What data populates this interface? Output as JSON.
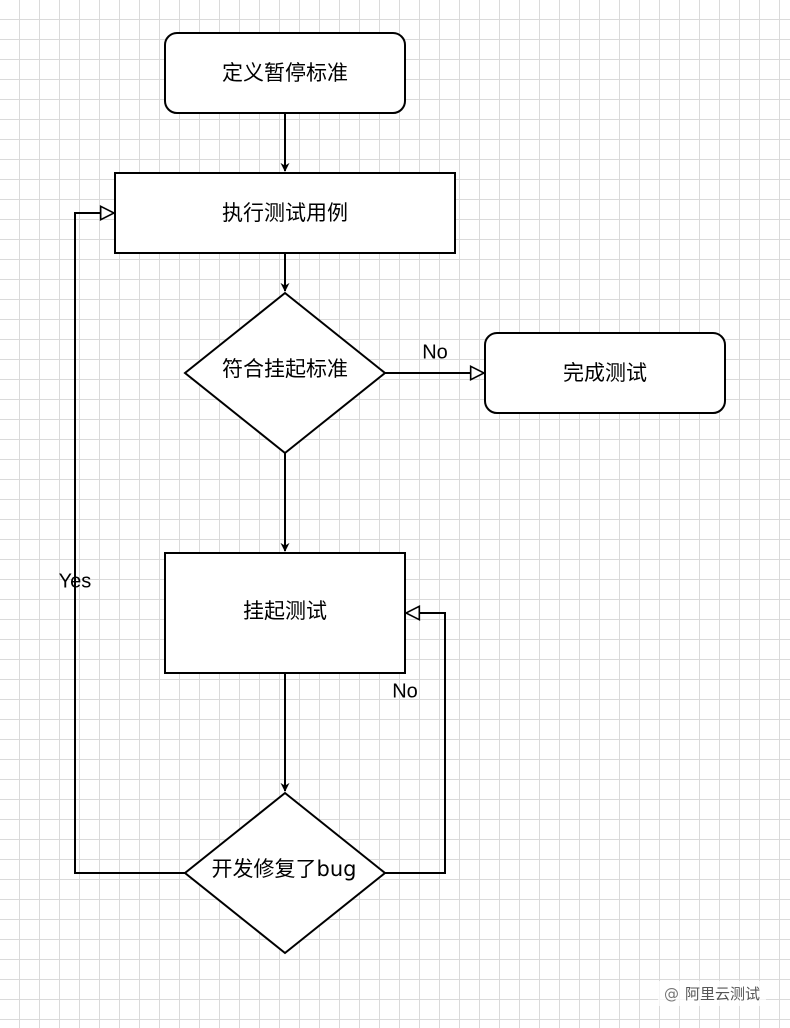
{
  "nodes": {
    "define_criteria": "定义暂停标准",
    "execute_tests": "执行测试用例",
    "meets_suspend_criteria": "符合挂起标准",
    "complete_testing": "完成测试",
    "suspend_testing": "挂起测试",
    "dev_fixed_bug": "开发修复了bug"
  },
  "edges": {
    "no_to_complete": "No",
    "yes_back_to_execute": "Yes",
    "no_back_to_suspend": "No"
  },
  "watermark": {
    "logo": "@",
    "text": "阿里云测试"
  },
  "colors": {
    "stroke": "#000000",
    "grid": "#dadada",
    "background": "#ffffff"
  }
}
